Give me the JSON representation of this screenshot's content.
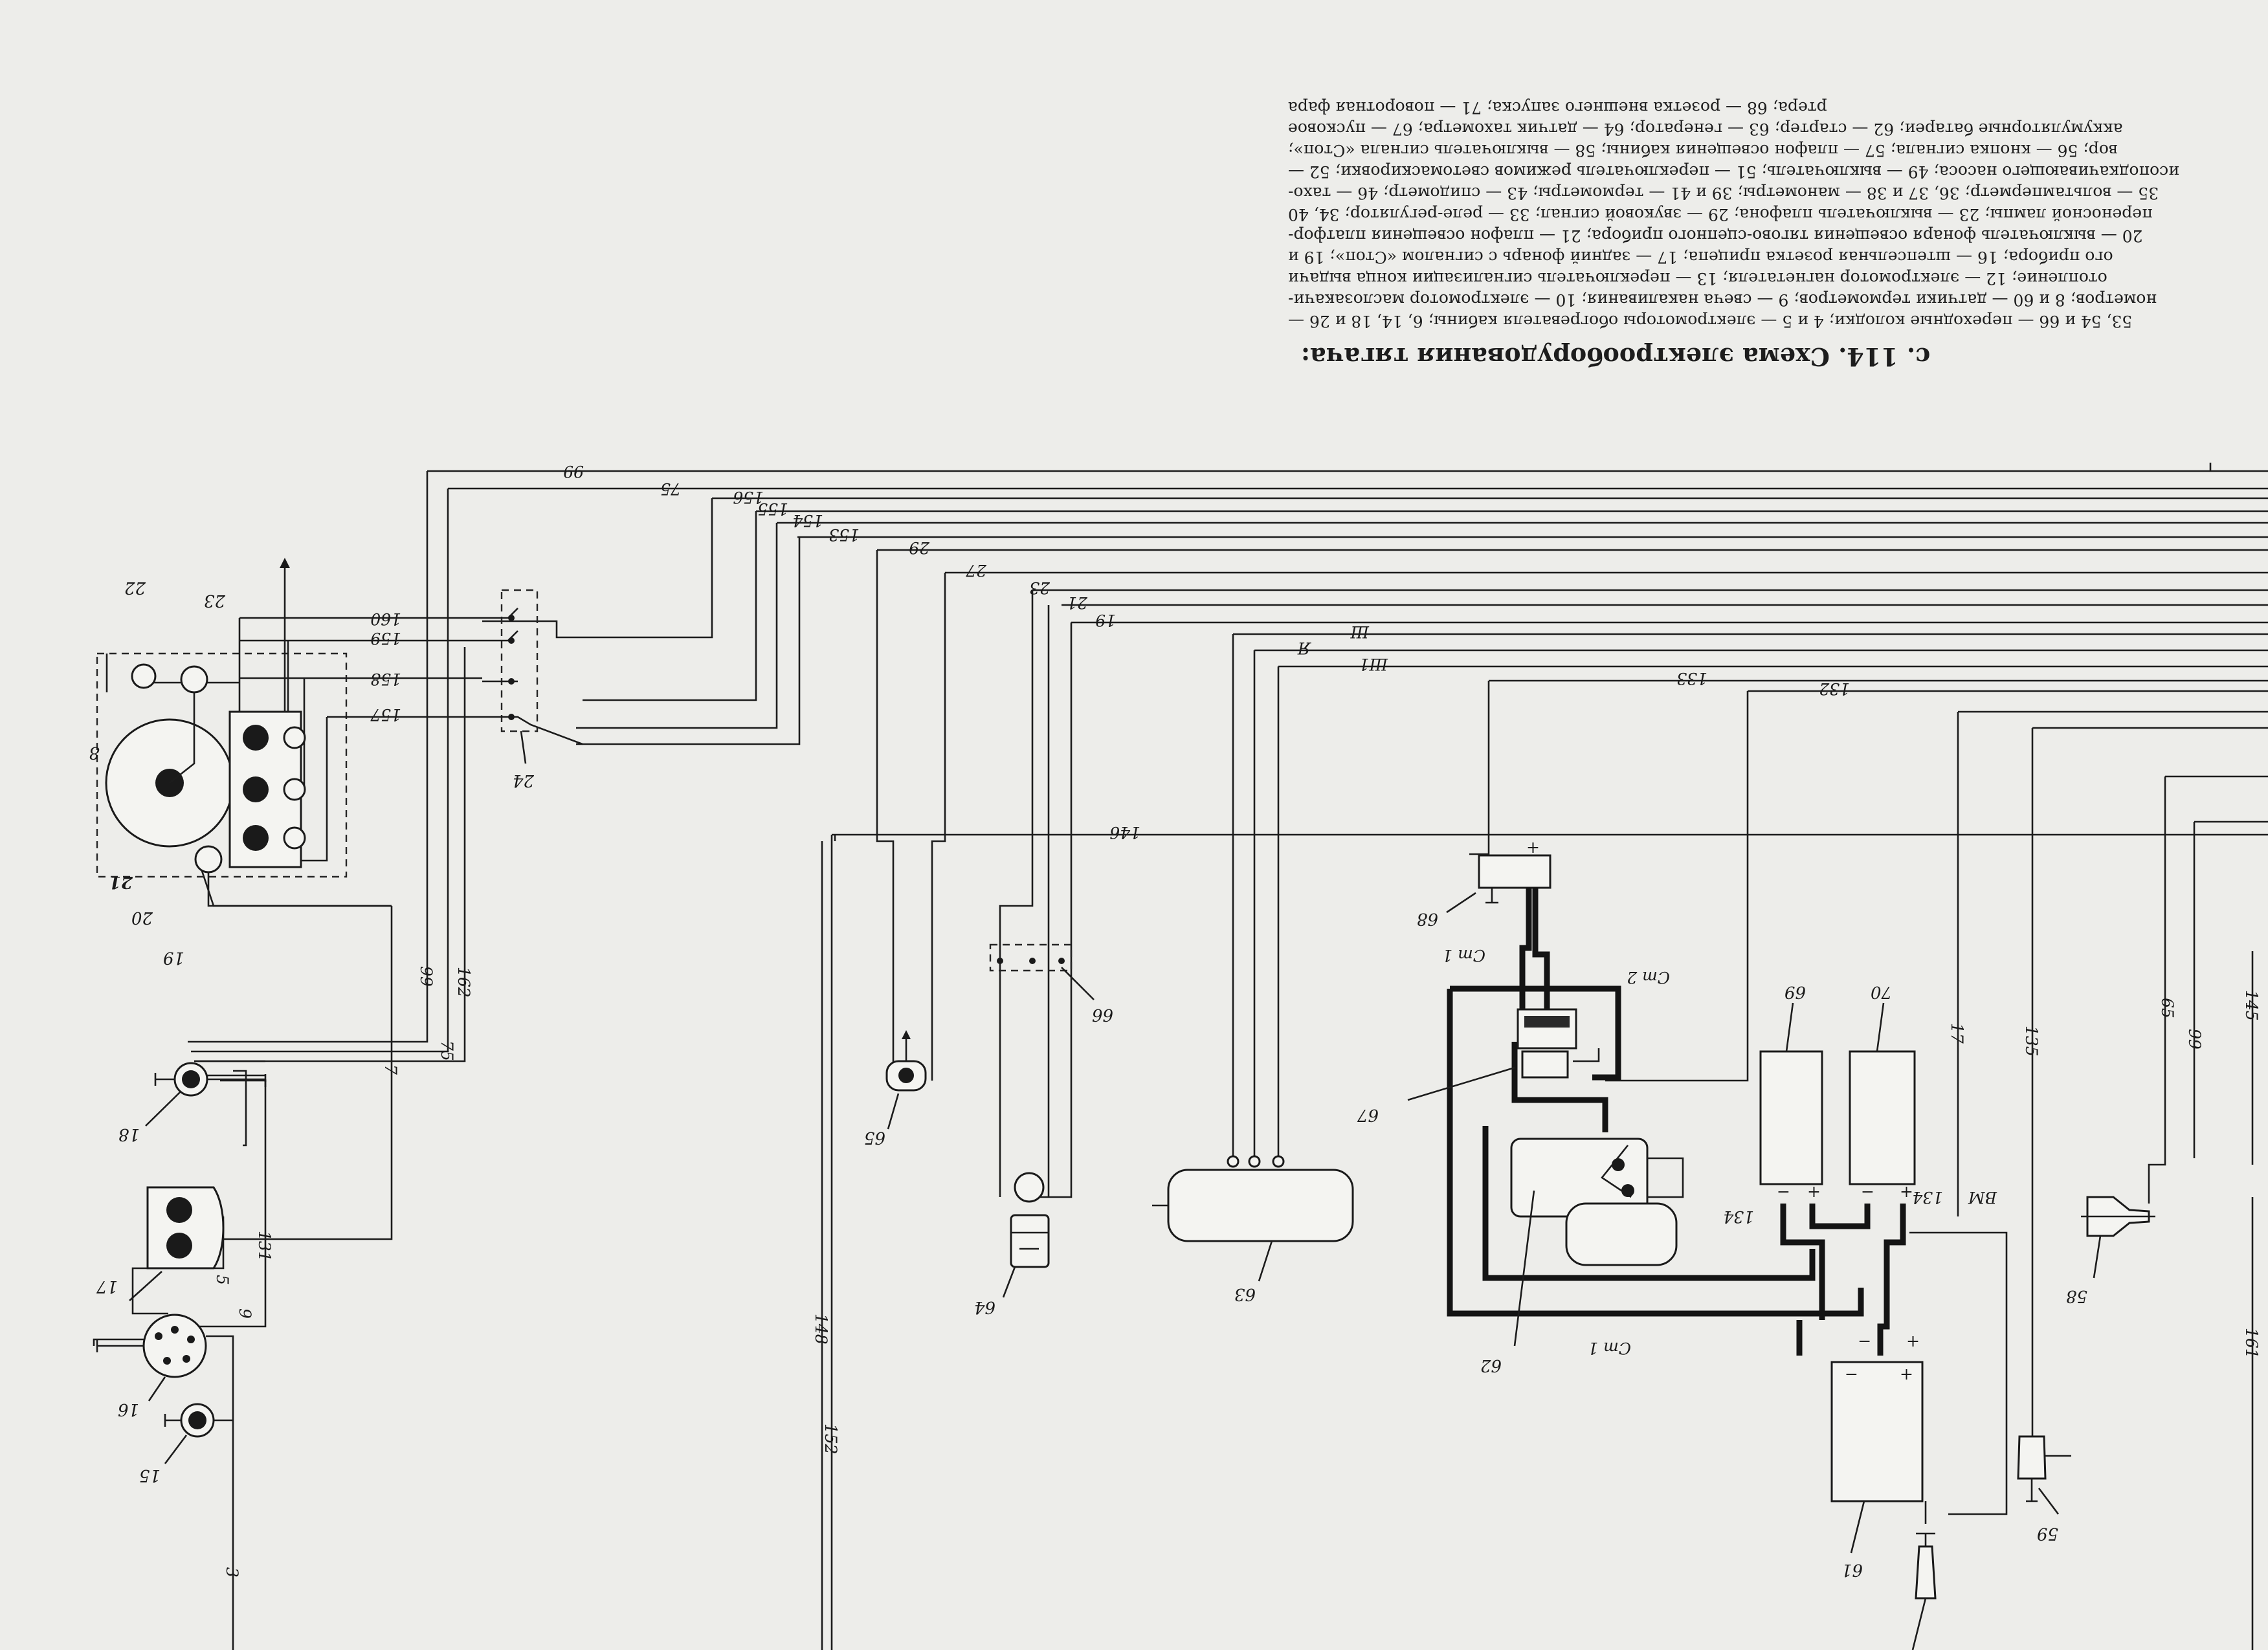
{
  "caption": {
    "title": "с. 114. Схема электрооборудования тягача:",
    "lines": [
      "53, 54 и 66 — переходные колодки; 4 и 5 — электромоторы обогревателя кабины; 6, 14, 18 и 26 —",
      "нометров; 8 и 60 — датчики термометров; 9 — свеча накаливания; 10 — электромотор маслозакачи-",
      "отопление; 12 — электромотор нагнетателя; 13 — переключатель сигнализации конца выдачи",
      "ого прибора; 16 — штепсельная розетка прицепа; 17 — задний фонарь с сигналом «Стоп»; 19 и",
      "20 — выключатель фонаря освещения тягово-сцепного прибора; 21 — плафон освещения платфор-",
      "переносной лампы; 23 — выключатель плафона; 29 — звуковой сигнал; 33 — реле-регулятор; 34, 40",
      "35 — вольтамперметр; 36, 37 и 38 — манометры; 39 и 41 — термометры; 43 — спидометр; 46 — тахо-",
      "исоподкачивающего насоса; 49 — выключатель; 51 — переключатель режимов светомаскировки; 52 —",
      "вор; 56 — кнопка сигнала; 57 — плафон освещения кабины; 58 — выключатель сигнала «Стоп»;",
      "аккумуляторные батареи; 62 — стартер; 63 — генератор; 64 — датчик тахометра; 67 — пусковое",
      "ртера; 68 — розетка внешнего запуска; 71 — поворотная фара"
    ]
  },
  "wire_labels": {
    "w99_top": "99",
    "w75_top": "75",
    "w156": "156",
    "w155": "155",
    "w154": "154",
    "w153": "153",
    "w29": "29",
    "w27": "27",
    "w23": "23",
    "w21": "21",
    "w19": "19",
    "wSh": "Ш",
    "wYa": "Я",
    "wSh1": "Ш1",
    "w133": "133",
    "w132": "132",
    "w160": "160",
    "w159": "159",
    "w158": "158",
    "w157": "157",
    "w146": "146",
    "w99_v": "99",
    "w75_v": "75",
    "w162": "162",
    "w7": "7",
    "w131": "131",
    "w9": "9",
    "w5": "5",
    "w148": "148",
    "w152": "152",
    "w3": "3",
    "w17": "17",
    "w135": "135",
    "w65": "65",
    "w99_r": "99",
    "w145": "145",
    "w161": "161",
    "wSt1_a": "Ст 1",
    "wSt2": "Ст 2",
    "wSt1_b": "Ст 1",
    "wVM": "ВМ",
    "w134_a": "134",
    "w134_b": "134",
    "wPlus": "+",
    "wMinus": "−"
  },
  "components": {
    "c22": "22",
    "c23": "23",
    "c8": "8",
    "c21": "21",
    "c20": "20",
    "c19": "19",
    "c24": "24",
    "c18": "18",
    "c17": "17",
    "c16": "16",
    "c15": "15",
    "c65": "65",
    "c66": "66",
    "c64": "64",
    "c63": "63",
    "c68": "68",
    "c67": "67",
    "c62": "62",
    "c69": "69",
    "c70": "70",
    "c61": "61",
    "c59": "59",
    "c58": "58"
  }
}
